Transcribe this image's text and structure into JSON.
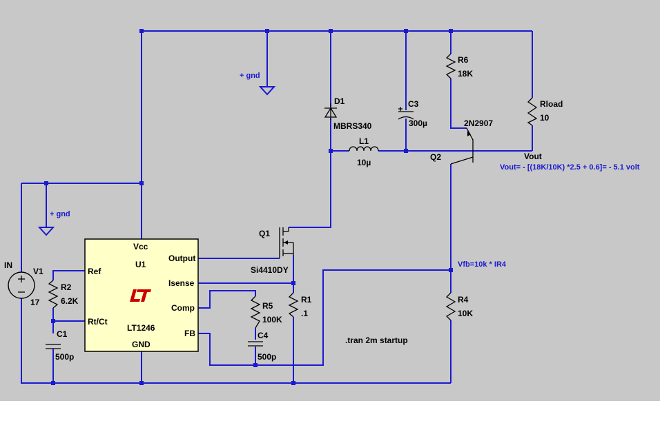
{
  "background_color": "#c8c8c8",
  "wire_color": "#1a1ad0",
  "ic_fill_color": "#ffffc8",
  "logo_color": "#cc0000",
  "ic": {
    "pin_vcc": "Vcc",
    "ref_designator": "U1",
    "pin_ref": "Ref",
    "pin_output": "Output",
    "pin_isense": "Isense",
    "pin_rtct": "Rt/Ct",
    "pin_comp": "Comp",
    "part": "LT1246",
    "pin_fb": "FB",
    "pin_gnd": "GND",
    "logo": "LT"
  },
  "source": {
    "port": "IN",
    "name": "V1",
    "value": "17"
  },
  "grounds": {
    "top": "+ gnd",
    "left": "+ gnd"
  },
  "components": {
    "r2": {
      "name": "R2",
      "value": "6.2K"
    },
    "c1": {
      "name": "C1",
      "value": "500p"
    },
    "r5": {
      "name": "R5",
      "value": "100K"
    },
    "c4": {
      "name": "C4",
      "value": "500p"
    },
    "r1": {
      "name": "R1",
      "value": ".1"
    },
    "q1": {
      "name": "Q1",
      "part": "Si4410DY"
    },
    "d1": {
      "name": "D1",
      "part": "MBRS340"
    },
    "l1": {
      "name": "L1",
      "value": "10µ"
    },
    "c3": {
      "name": "C3",
      "value": "300µ"
    },
    "r6": {
      "name": "R6",
      "value": "18K"
    },
    "q2": {
      "name": "Q2",
      "part": "2N2907"
    },
    "rload": {
      "name": "Rload",
      "value": "10"
    },
    "r4": {
      "name": "R4",
      "value": "10K"
    }
  },
  "annotations": {
    "vout_label": "Vout",
    "vout_formula": "Vout= - [(18K/10K) *2.5 + 0.6]= - 5.1 volt",
    "vfb_formula": "Vfb=10k * IR4",
    "directive": ".tran 2m startup"
  }
}
